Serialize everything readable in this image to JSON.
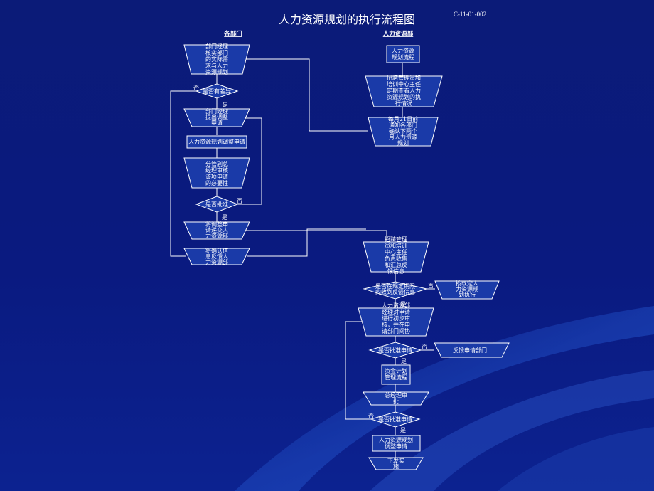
{
  "slide": {
    "title": "人力资源规划的执行流程图",
    "code": "C-11-01-002"
  },
  "lanes": {
    "dept": "各部门",
    "hr": "人力资源部"
  },
  "nodes": {
    "d1": [
      "部门经理",
      "核实部门",
      "的实际需",
      "求与人力",
      "资源规划"
    ],
    "d2": [
      "是否有差异"
    ],
    "d3": [
      "部门经理",
      "提出调整",
      "申请"
    ],
    "d4": [
      "人力资源规划调整申请"
    ],
    "d5": [
      "分管副总",
      "经理审核",
      "该项申请",
      "的必要性"
    ],
    "d6": [
      "是否批准"
    ],
    "d7": [
      "将调整申",
      "请递交人",
      "力资源部"
    ],
    "d8": [
      "将确认信",
      "息反馈人",
      "力资源部"
    ],
    "h1": [
      "人力资源",
      "规划流程"
    ],
    "h2": [
      "招聘管理员和",
      "培训中心主任",
      "定期查看人力",
      "资源规划的执",
      "行情况"
    ],
    "h3": [
      "每月21日前",
      "通知各部门",
      "确认下两个",
      "月人力资源",
      "规划"
    ],
    "h4": [
      "招聘管理",
      "员和培训",
      "中心主任",
      "负责收集",
      "和汇总反",
      "馈信息"
    ],
    "h5": [
      "是否在规定期限",
      "内收到反馈信息"
    ],
    "h6": [
      "按既定人",
      "力资源规",
      "划执行"
    ],
    "h7": [
      "人力资源部",
      "经理对申请",
      "进行初步审",
      "核，并在申",
      "请部门间协"
    ],
    "h8": [
      "是否批准申请"
    ],
    "h9": [
      "反馈申请部门"
    ],
    "h10": [
      "资金计划",
      "管理流程"
    ],
    "h11": [
      "总经理审",
      "批"
    ],
    "h12": [
      "是否批准申请"
    ],
    "h13": [
      "人力资源规划",
      "调整申请"
    ],
    "h14": [
      "下发实",
      "施"
    ]
  },
  "edge_labels": {
    "no1": "否",
    "yes1": "是",
    "no2": "否",
    "yes2": "是",
    "no3": "否",
    "yes3": "是",
    "no4": "否",
    "yes4": "是",
    "no5": "否",
    "yes5": "是"
  },
  "colors": {
    "background": "#0a1a80",
    "node_fill": "#1a3aa8",
    "line": "#ffffff"
  }
}
